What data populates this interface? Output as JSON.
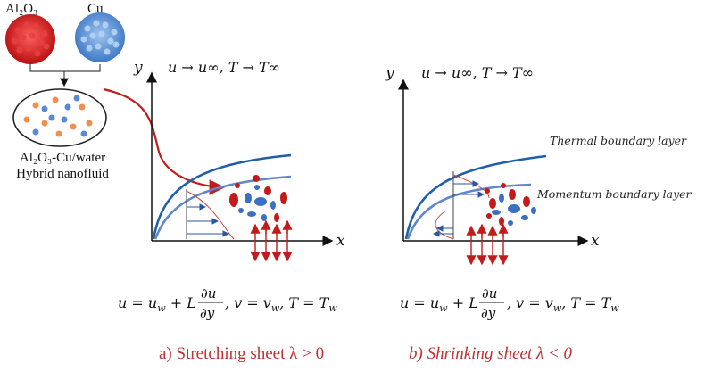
{
  "nanoparticles": {
    "al2o3": "Al₂O₃",
    "cu": "Cu"
  },
  "hybrid": {
    "line1": "Al₂O₃-Cu/water",
    "line2": "Hybrid nanofluid"
  },
  "panel_a": {
    "y_axis": "y",
    "x_axis": "x",
    "freestream": "u → u∞, T → T∞",
    "wall_bc_left": "u = u",
    "wall_bc_right": ", v = v",
    "wall_bc_tail": ", T = T",
    "caption": "a) Stretching sheet λ > 0"
  },
  "panel_b": {
    "y_axis": "y",
    "x_axis": "x",
    "freestream": "u → u∞, T → T∞",
    "thermal_label": "Thermal boundary layer",
    "momentum_label": "Momentum boundary layer",
    "caption": "b) Shrinking sheet λ < 0"
  },
  "colors": {
    "thermal_curve": "#1f5fa8",
    "momentum_curve": "#5f86c8",
    "particle_red": "#c41a1a",
    "particle_blue": "#3b6fc2",
    "caption": "#c03030"
  }
}
